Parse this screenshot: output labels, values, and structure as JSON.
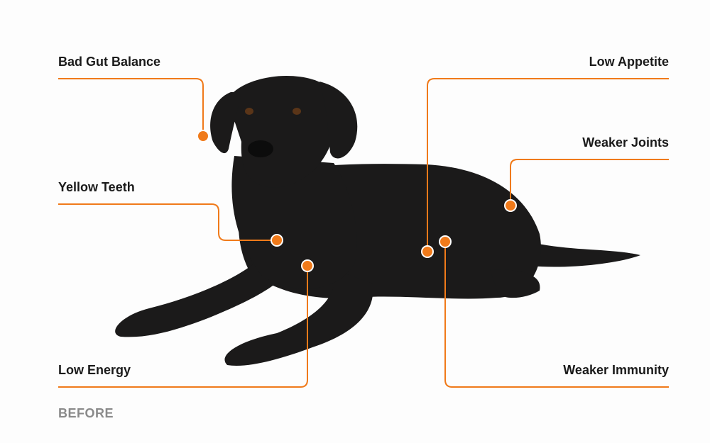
{
  "accent_color": "#F07A1A",
  "callouts": {
    "bad_gut_balance": "Bad Gut Balance",
    "yellow_teeth": "Yellow Teeth",
    "low_energy": "Low Energy",
    "low_appetite": "Low Appetite",
    "weaker_joints": "Weaker Joints",
    "weaker_immunity": "Weaker Immunity"
  },
  "stage_label": "BEFORE",
  "image": {
    "subject": "dog-photo"
  }
}
